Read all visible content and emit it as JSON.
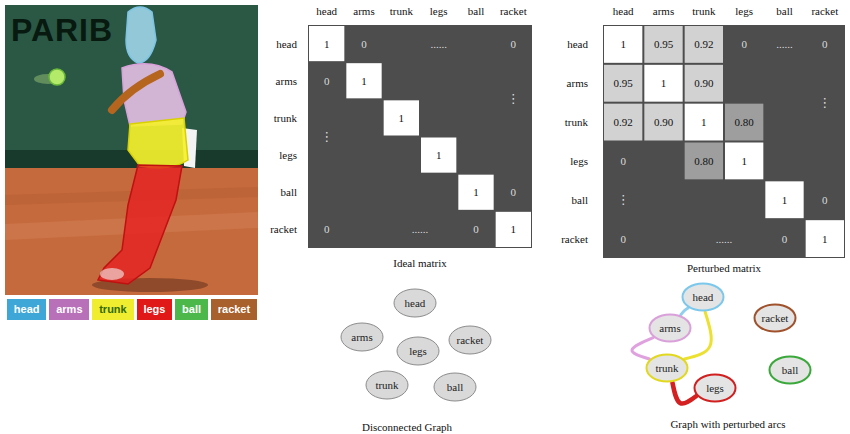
{
  "diagram": {
    "nodes": [
      {
        "text": [
          "head"
        ]
      },
      {
        "text": [
          "arms"
        ]
      },
      {
        "text": [
          "racket"
        ]
      },
      {
        "text": [
          "legs"
        ]
      },
      {
        "text": [
          "trunk"
        ]
      },
      {
        "text": [
          "ball"
        ]
      },
      {
        "text": [
          "head"
        ]
      },
      {
        "text": [
          "racket"
        ]
      },
      {
        "text": [
          "arms"
        ]
      },
      {
        "text": [
          "trunk"
        ]
      },
      {
        "text": [
          "ball"
        ]
      },
      {
        "text": [
          "legs"
        ]
      }
    ],
    "edges": [
      {
        "from": 6,
        "to": 8,
        "arrow": "none"
      },
      {
        "from": 6,
        "to": 9,
        "arrow": "none"
      },
      {
        "from": 8,
        "to": 9,
        "arrow": "none"
      },
      {
        "from": 9,
        "to": 11,
        "arrow": "none"
      }
    ],
    "labels": [
      "PARIB",
      "head",
      "arms",
      "trunk",
      "legs",
      "ball",
      "racket",
      "head",
      "arms",
      "trunk",
      "legs",
      "ball",
      "racket",
      "1",
      "0",
      "......",
      "0",
      "0",
      "1",
      "⋮",
      "⋮",
      "1",
      "1",
      "1",
      "0",
      "0",
      "......",
      "0",
      "1",
      "Ideal matrix",
      "Disconnected Graph",
      "head",
      "arms",
      "trunk",
      "legs",
      "ball",
      "racket",
      "head",
      "arms",
      "trunk",
      "legs",
      "ball",
      "racket",
      "1",
      "0.95",
      "0.92",
      "0",
      "......",
      "0",
      "0.95",
      "1",
      "0.90",
      "⋮",
      "0.92",
      "0.90",
      "1",
      "0.80",
      "0",
      "0.80",
      "1",
      "⋮",
      "1",
      "0",
      "0",
      "......",
      "0",
      "1",
      "Perturbed matrix",
      "Graph with perturbed arcs"
    ],
    "legend": [
      {
        "text": "head",
        "color": "#3fa6d8"
      },
      {
        "text": "arms",
        "color": "#b870b8"
      },
      {
        "text": "trunk",
        "color": "#f0ec30"
      },
      {
        "text": "legs",
        "color": "#e01818"
      },
      {
        "text": "ball",
        "color": "#4cb84c"
      },
      {
        "text": "racket",
        "color": "#a8602c"
      }
    ]
  }
}
